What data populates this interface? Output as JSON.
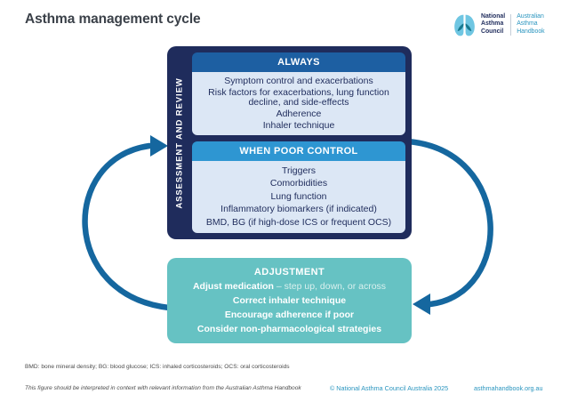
{
  "title": "Asthma management cycle",
  "logo": {
    "org": [
      "National",
      "Asthma",
      "Council"
    ],
    "handbook": [
      "Australian",
      "Asthma",
      "Handbook"
    ]
  },
  "cycle": {
    "sidebar_label": "ASSESSMENT AND REVIEW",
    "always": {
      "header": "ALWAYS",
      "items": [
        "Symptom control and exacerbations",
        "Risk factors for exacerbations, lung function decline, and side-effects",
        "Adherence",
        "Inhaler technique"
      ]
    },
    "poor_control": {
      "header": "WHEN POOR CONTROL",
      "items": [
        "Triggers",
        "Comorbidities",
        "Lung function",
        "Inflammatory biomarkers (if indicated)",
        "BMD, BG (if high-dose ICS or frequent OCS)"
      ]
    },
    "adjustment": {
      "header": "ADJUSTMENT",
      "line1_bold": "Adjust medication",
      "line1_rest": " – step up, down, or across",
      "items": [
        "Correct inhaler technique",
        "Encourage adherence if poor",
        "Consider non-pharmacological strategies"
      ]
    }
  },
  "footer": {
    "abbreviations": "BMD: bone mineral density; BG: blood glucose; ICS: inhaled corticosteroids; OCS: oral corticosteroids",
    "note": "This figure should be interpreted in context with relevant information from the Australian Asthma Handbook",
    "copyright": "© National Asthma Council Australia 2025",
    "website": "asthmahandbook.org.au"
  },
  "colors": {
    "navy": "#1F2C5C",
    "always-header": "#1D5FA2",
    "poor-header": "#2E96D2",
    "panel": "#DCE7F5",
    "teal": "#66C2C3",
    "arrow": "#15679F",
    "title-ink": "#3B4149",
    "body-ink": "#1F2C5C",
    "footnote-ink": "#4B4B4B",
    "link-blue": "#2A95BF",
    "logo-light": "#6FC6E2",
    "logo-dark": "#17798F",
    "adjust-rest": "#D9F0EE"
  }
}
